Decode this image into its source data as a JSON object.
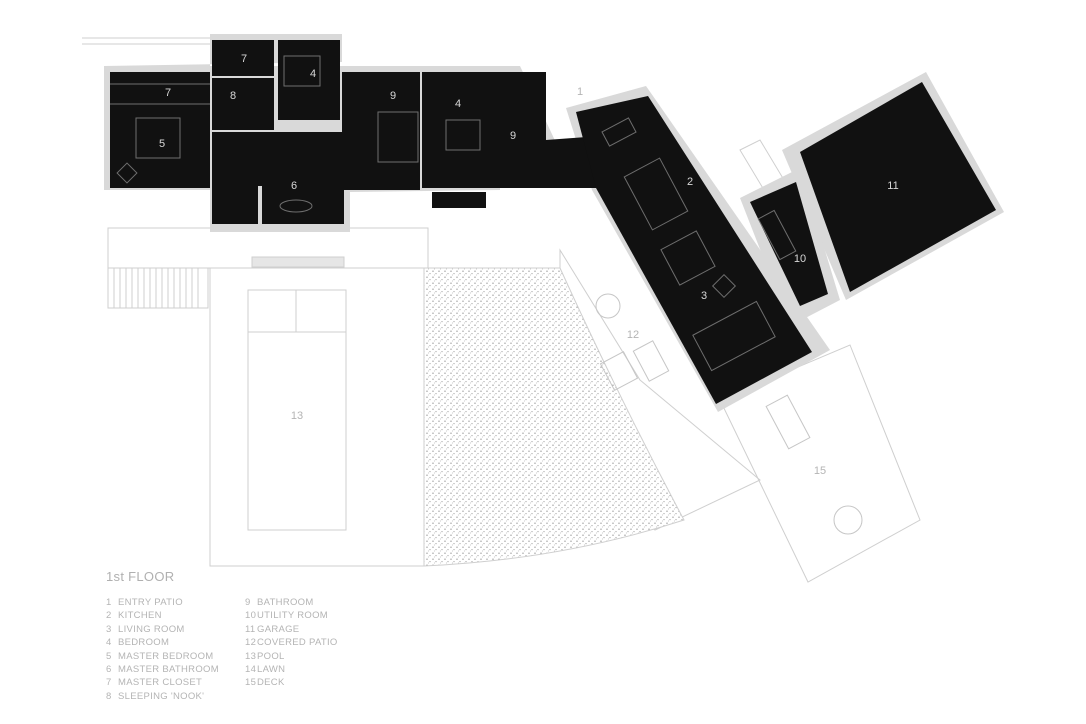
{
  "plan": {
    "title": "1st FLOOR",
    "rooms": [
      {
        "id": "1",
        "name": "ENTRY PATIO"
      },
      {
        "id": "2",
        "name": "KITCHEN"
      },
      {
        "id": "3",
        "name": "LIVING ROOM"
      },
      {
        "id": "4",
        "name": "BEDROOM"
      },
      {
        "id": "5",
        "name": "MASTER BEDROOM"
      },
      {
        "id": "6",
        "name": "MASTER BATHROOM"
      },
      {
        "id": "7",
        "name": "MASTER CLOSET"
      },
      {
        "id": "8",
        "name": "SLEEPING 'NOOK'"
      },
      {
        "id": "9",
        "name": "BATHROOM"
      },
      {
        "id": "10",
        "name": "UTILITY ROOM"
      },
      {
        "id": "11",
        "name": "GARAGE"
      },
      {
        "id": "12",
        "name": "COVERED PATIO"
      },
      {
        "id": "13",
        "name": "POOL"
      },
      {
        "id": "14",
        "name": "LAWN"
      },
      {
        "id": "15",
        "name": "DECK"
      }
    ],
    "labels": {
      "entry_patio": "1",
      "kitchen": "2",
      "living_room": "3",
      "bedroom_a": "4",
      "bedroom_b": "4",
      "master_bedroom": "5",
      "master_bathroom": "6",
      "master_closet_a": "7",
      "master_closet_b": "7",
      "sleeping_nook": "8",
      "bathroom_a": "9",
      "bathroom_b": "9",
      "utility_room": "10",
      "garage": "11",
      "covered_patio": "12",
      "pool": "13",
      "deck": "15"
    }
  },
  "legend": {
    "col1": [
      {
        "num": "1",
        "label": "ENTRY PATIO"
      },
      {
        "num": "2",
        "label": "KITCHEN"
      },
      {
        "num": "3",
        "label": "LIVING ROOM"
      },
      {
        "num": "4",
        "label": "BEDROOM"
      },
      {
        "num": "5",
        "label": "MASTER BEDROOM"
      },
      {
        "num": "6",
        "label": "MASTER BATHROOM"
      },
      {
        "num": "7",
        "label": "MASTER CLOSET"
      },
      {
        "num": "8",
        "label": "SLEEPING 'NOOK'"
      }
    ],
    "col2": [
      {
        "num": "9",
        "label": "BATHROOM"
      },
      {
        "num": "10",
        "label": "UTILITY ROOM"
      },
      {
        "num": "11",
        "label": "GARAGE"
      },
      {
        "num": "12",
        "label": "COVERED PATIO"
      },
      {
        "num": "13",
        "label": "POOL"
      },
      {
        "num": "14",
        "label": "LAWN"
      },
      {
        "num": "15",
        "label": "DECK"
      }
    ]
  },
  "colors": {
    "interior_fill": "#111111",
    "wall_grey": "#d9d9d9",
    "outline_grey": "#cfcfcf",
    "label_grey": "#b4b4b4",
    "background": "#ffffff"
  }
}
